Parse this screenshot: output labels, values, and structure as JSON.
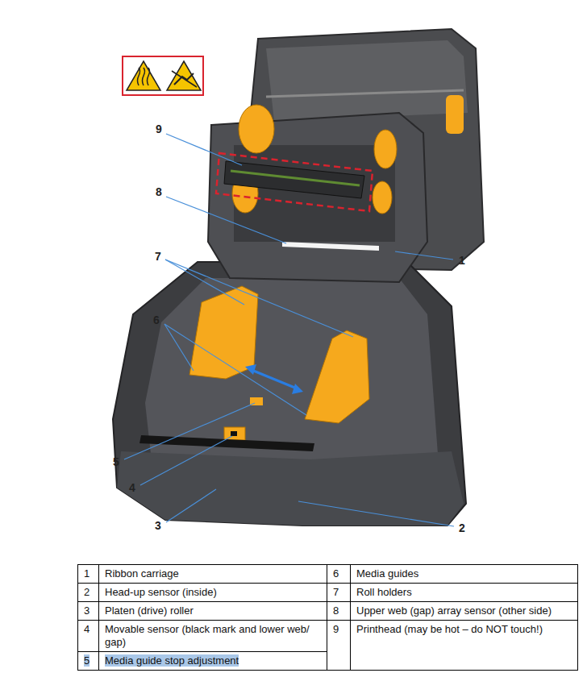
{
  "diagram": {
    "labels": [
      "9",
      "8",
      "7",
      "1",
      "6",
      "5",
      "4",
      "3",
      "2",
      "1",
      "Ribbon carriage",
      "6",
      "Media guides",
      "2",
      "Head-up sensor (inside)",
      "7",
      "Roll holders",
      "3",
      "Platen (drive) roller",
      "8",
      "Upper web (gap) array sensor (other side)",
      "4",
      "Movable sensor (black mark and lower web/ gap)",
      "9",
      "Printhead (may be hot – do NOT touch!)",
      "5",
      "Media guide stop adjustment"
    ]
  }
}
